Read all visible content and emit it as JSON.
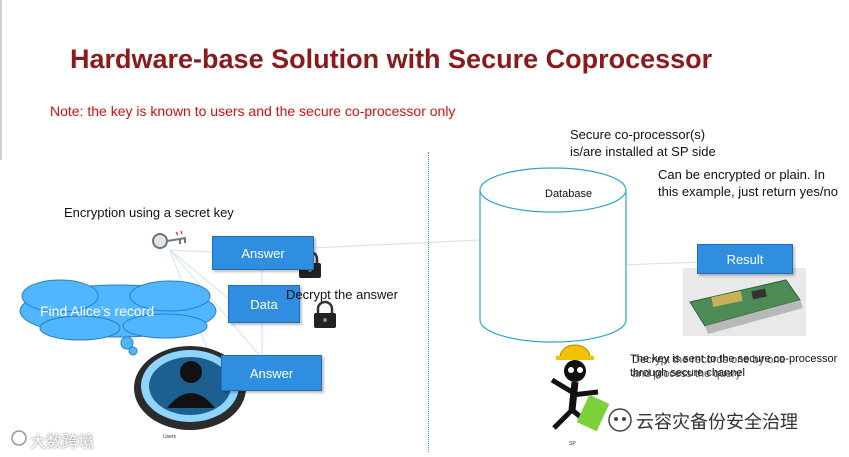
{
  "slide": {
    "title": "Hardware-base Solution with Secure Coprocessor",
    "note": "Note: the key is known to users and the secure co-processor only"
  },
  "left": {
    "encryption_label": "Encryption using a secret key",
    "answer_box_top": "Answer",
    "data_box": "Data",
    "decrypt_label": "Decrypt the answer",
    "cloud_text": "Find Alice’s record",
    "answer_box_bottom": "Answer",
    "users_caption": "Users"
  },
  "right": {
    "coprocessor_note_line1": "Secure co-processor(s)",
    "coprocessor_note_line2": "is/are installed at SP side",
    "database_label": "Database",
    "result_note_line1": "Can be encrypted or plain. In",
    "result_note_line2": "this example, just return yes/no",
    "result_box": "Result",
    "overlap_text_a_line1": "The key is sent to the secure co-processor",
    "overlap_text_a_line2": "through secure channel",
    "overlap_text_b_line1": "Decrypt the records one by one",
    "overlap_text_b_line2": "and process the query",
    "sp_caption": "SP"
  },
  "watermarks": {
    "left": "大数跨境",
    "right": "云容灾备份安全治理"
  },
  "colors": {
    "title": "#8b1a1a",
    "note": "#d01010",
    "box_fill": "#2f8ee0",
    "cylinder_stroke": "#2aa9c9",
    "divider": "#3a9aa0"
  }
}
